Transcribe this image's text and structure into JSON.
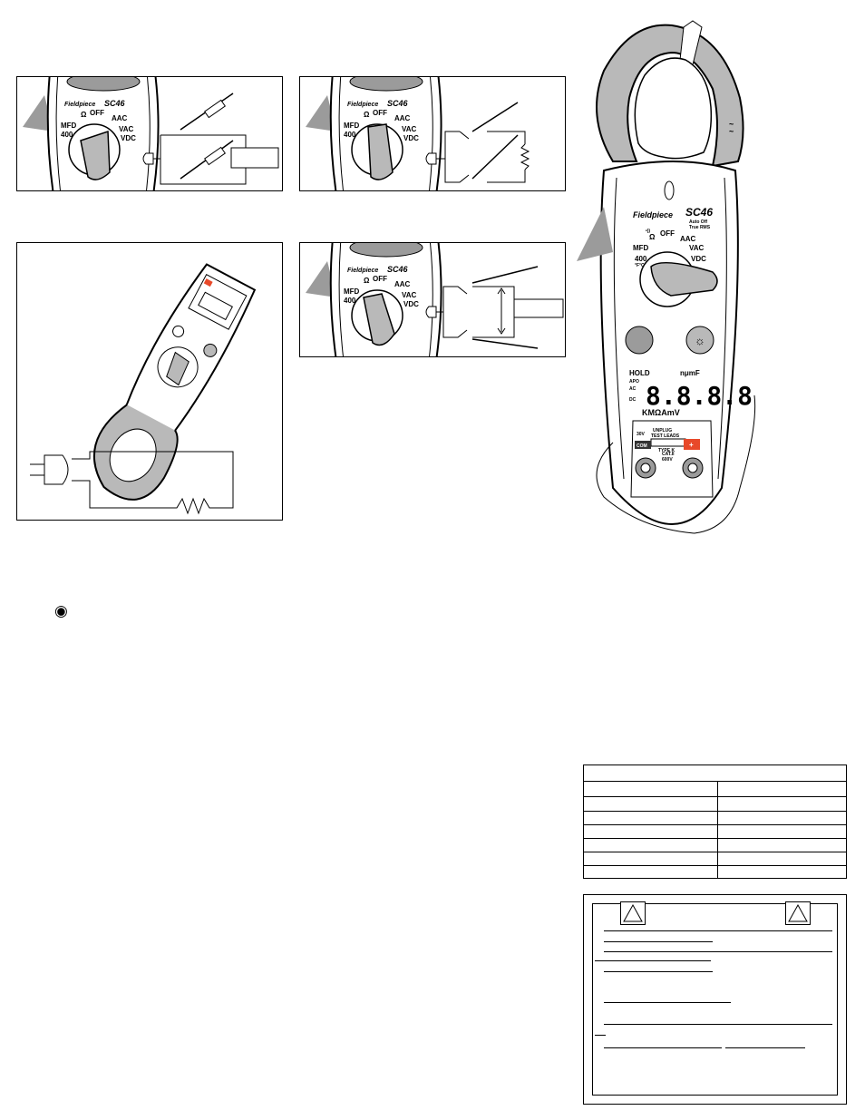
{
  "meter": {
    "brand": "Fieldpiece",
    "model": "SC46",
    "subtitle_1": "Auto Off",
    "subtitle_2": "True RMS",
    "dial": {
      "ohm": "Ω",
      "off": "OFF",
      "aac": "AAC",
      "vac": "VAC",
      "vdc": "VDC",
      "mfd": "MFD",
      "range_400": "400",
      "temp": "°F°C",
      "continuity": "•))"
    },
    "display": {
      "hold": "HOLD",
      "apo": "APO",
      "ac": "AC",
      "dc": "DC",
      "units_top": "nμmF",
      "units_bottom": "KMΩAmV",
      "digits": "8.8.8.8"
    },
    "jack_panel": {
      "unplug_1": "UNPLUG",
      "unplug_2": "TEST LEADS",
      "type_k": "TYPE K",
      "volt_limit": "30V",
      "com": "COM",
      "plus": "+",
      "cat": "CAT.II",
      "cat_volt": "600V"
    }
  },
  "selector_marker": "◉",
  "colors": {
    "red_accent": "#e8492a",
    "gray_fill": "#b9b9b9",
    "dark_gray": "#7a7a7a"
  }
}
